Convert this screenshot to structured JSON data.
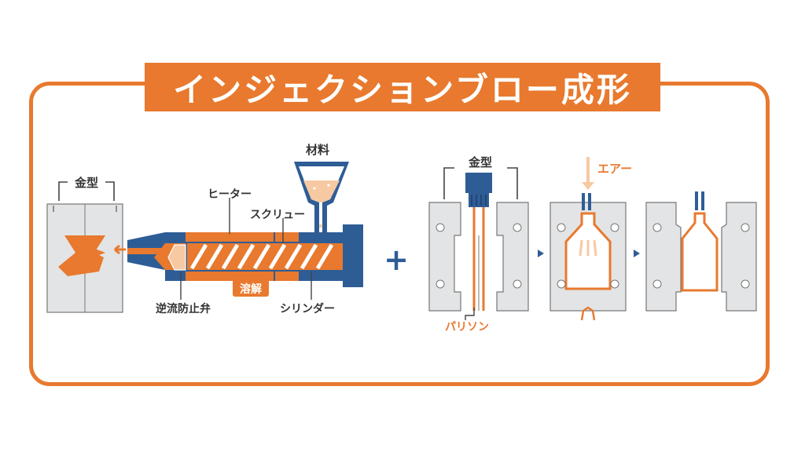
{
  "title": "インジェクションブロー成形",
  "labels": {
    "mold_left": "金型",
    "material": "材料",
    "heater": "ヒーター",
    "screw": "スクリュー",
    "melt": "溶解",
    "check_valve": "逆流防止弁",
    "cylinder": "シリンダー",
    "plus": "+",
    "mold_right": "金型",
    "air": "エアー",
    "parison": "パリソン"
  },
  "colors": {
    "accent": "#e8792e",
    "blue": "#2e5d96",
    "mold_gray": "#e3e4e5",
    "pale_orange": "#f6c9a3",
    "dark": "#333333"
  }
}
